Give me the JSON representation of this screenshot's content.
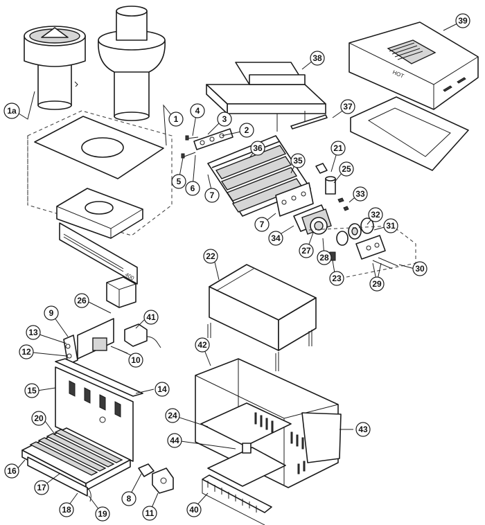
{
  "callouts": {
    "c1a": "1a",
    "c1": "1",
    "c2": "2",
    "c3": "3",
    "c4": "4",
    "c5": "5",
    "c6": "6",
    "c7a": "7",
    "c7b": "7",
    "c8": "8",
    "c9": "9",
    "c10": "10",
    "c11": "11",
    "c12": "12",
    "c13": "13",
    "c14": "14",
    "c15": "15",
    "c16": "16",
    "c17": "17",
    "c18": "18",
    "c19": "19",
    "c20": "20",
    "c21": "21",
    "c22": "22",
    "c23": "23",
    "c24": "24",
    "c25": "25",
    "c26": "26",
    "c27": "27",
    "c28": "28",
    "c29": "29",
    "c30": "30",
    "c31": "31",
    "c32": "32",
    "c33": "33",
    "c34": "34",
    "c35": "35",
    "c36": "36",
    "c37": "37",
    "c38": "38",
    "c39": "39",
    "c40": "40",
    "c41": "41",
    "c42": "42",
    "c43": "43",
    "c44": "44"
  },
  "markings": {
    "cover_stamp": "HOT",
    "front_panel_stamp": "400"
  }
}
